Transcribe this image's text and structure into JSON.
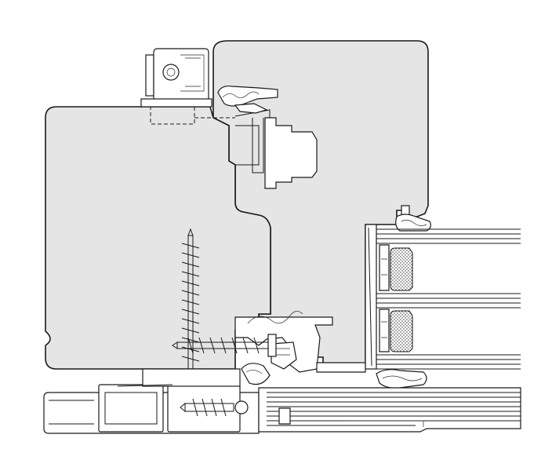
{
  "figure": {
    "kind": "technical cross-section drawing",
    "components": [
      "hinge-hardware-icon",
      "sash-profile",
      "frame-profile",
      "glazing-unit",
      "glazing-bead",
      "wood-screw-icon",
      "anchor-screw-icon",
      "sill-profile",
      "gasket-icon"
    ],
    "colors": {
      "profile_fill": "#e5e5e5",
      "line": "#1a1a1a",
      "background": "#ffffff"
    }
  }
}
